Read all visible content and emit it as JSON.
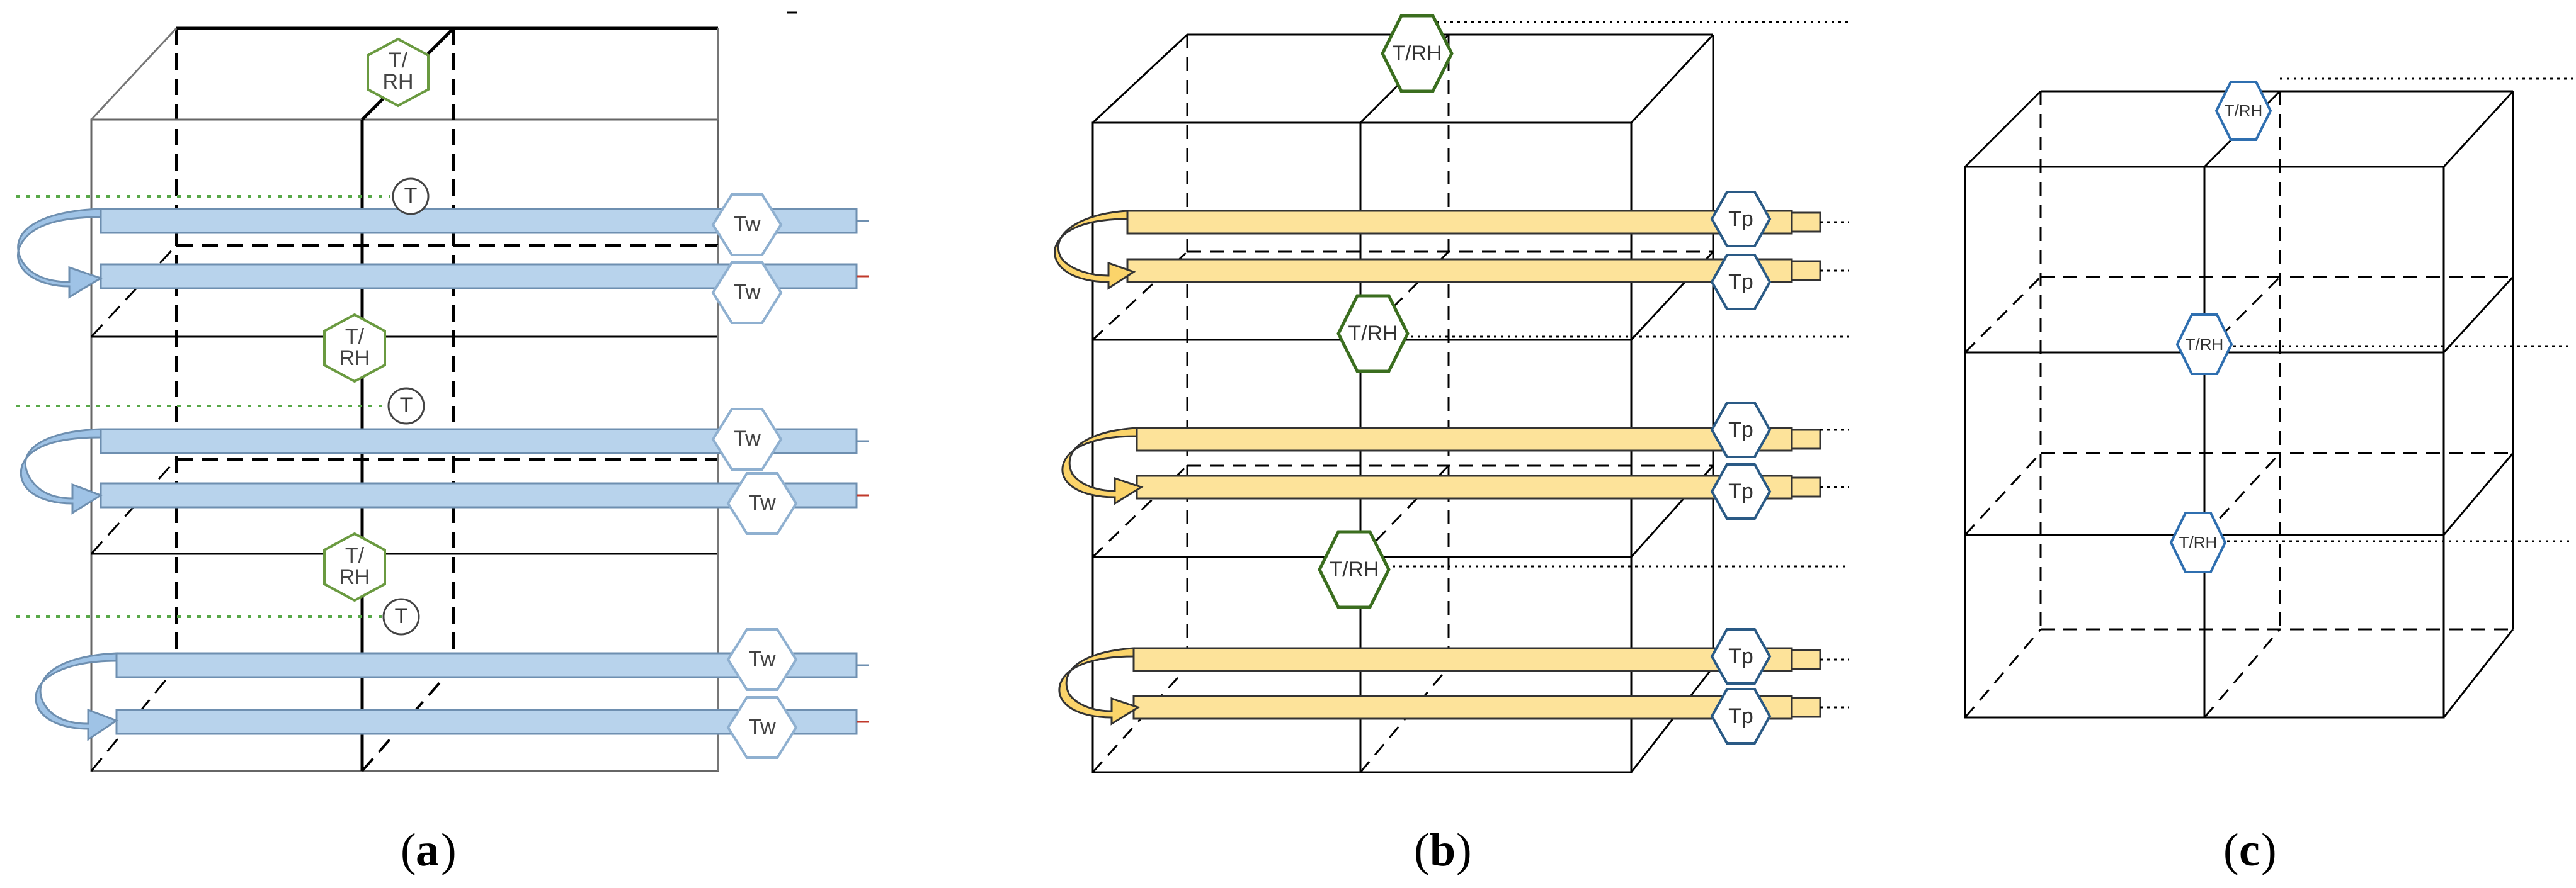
{
  "panels": [
    {
      "id": "a",
      "caption": {
        "open": "(",
        "letter": "a",
        "close": ")"
      },
      "label_colors": {
        "TRH": "#6a9a40",
        "T": "#444444",
        "Tw": "#6b8cb0"
      },
      "pipe_color": "#b8d3ec",
      "sensor_labels": {
        "TRH": [
          "T/",
          "RH"
        ],
        "T": "T",
        "Tw": "Tw"
      }
    },
    {
      "id": "b",
      "caption": {
        "open": "(",
        "letter": "b",
        "close": ")"
      },
      "label_colors": {
        "TRH": "#3b6e1f",
        "Tp": "#2a5a85"
      },
      "pipe_color": "#fde39a",
      "sensor_labels": {
        "TRH": "T/RH",
        "Tp": "Tp"
      }
    },
    {
      "id": "c",
      "caption": {
        "open": "(",
        "letter": "c",
        "close": ")"
      },
      "label_colors": {
        "TRH": "#2f6fb0"
      },
      "sensor_labels": {
        "TRH": "T/RH"
      }
    }
  ]
}
